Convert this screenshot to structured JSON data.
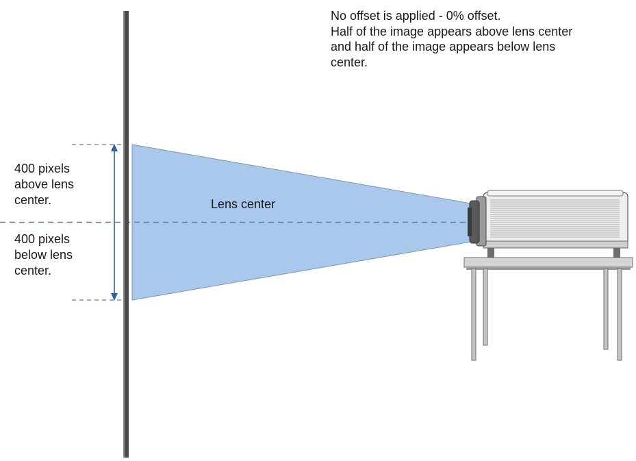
{
  "caption": {
    "lines": [
      "No offset is applied - 0% offset.",
      "Half of the image appears above lens center",
      "and half of the image appears below lens",
      "center."
    ]
  },
  "labels": {
    "above": [
      "400 pixels",
      "above lens",
      "center."
    ],
    "below": [
      "400 pixels",
      "below lens",
      "center."
    ],
    "lens_center": "Lens center"
  },
  "colors": {
    "beam": "#a9c8ec",
    "beam_edge": "#7a95b3",
    "screen": "#4a4a4a",
    "arrow": "#2e5f9e",
    "dashed": "#5b7fa8",
    "projector_body": "#eeeeee",
    "table": "#bdbdbd"
  }
}
